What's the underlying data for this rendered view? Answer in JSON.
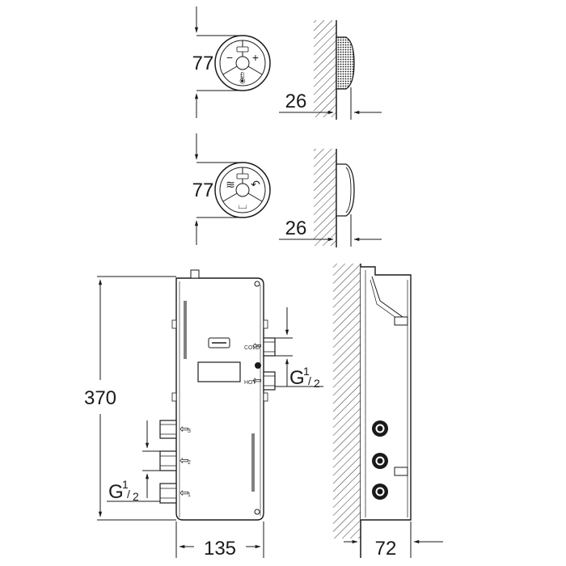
{
  "dimensions": {
    "top_diameter": "77",
    "top_depth": "26",
    "middle_diameter": "77",
    "middle_depth": "26",
    "box_height": "370",
    "box_width": "135",
    "box_depth": "72"
  },
  "threads": {
    "right_connection": {
      "base": "G",
      "num": "1",
      "den": "2"
    },
    "left_connection": {
      "base": "G",
      "num": "1",
      "den": "2"
    }
  },
  "box_labels": {
    "hot": "HOT",
    "cold": "COLD",
    "out1": "1",
    "out2": "2",
    "out3": "3"
  }
}
